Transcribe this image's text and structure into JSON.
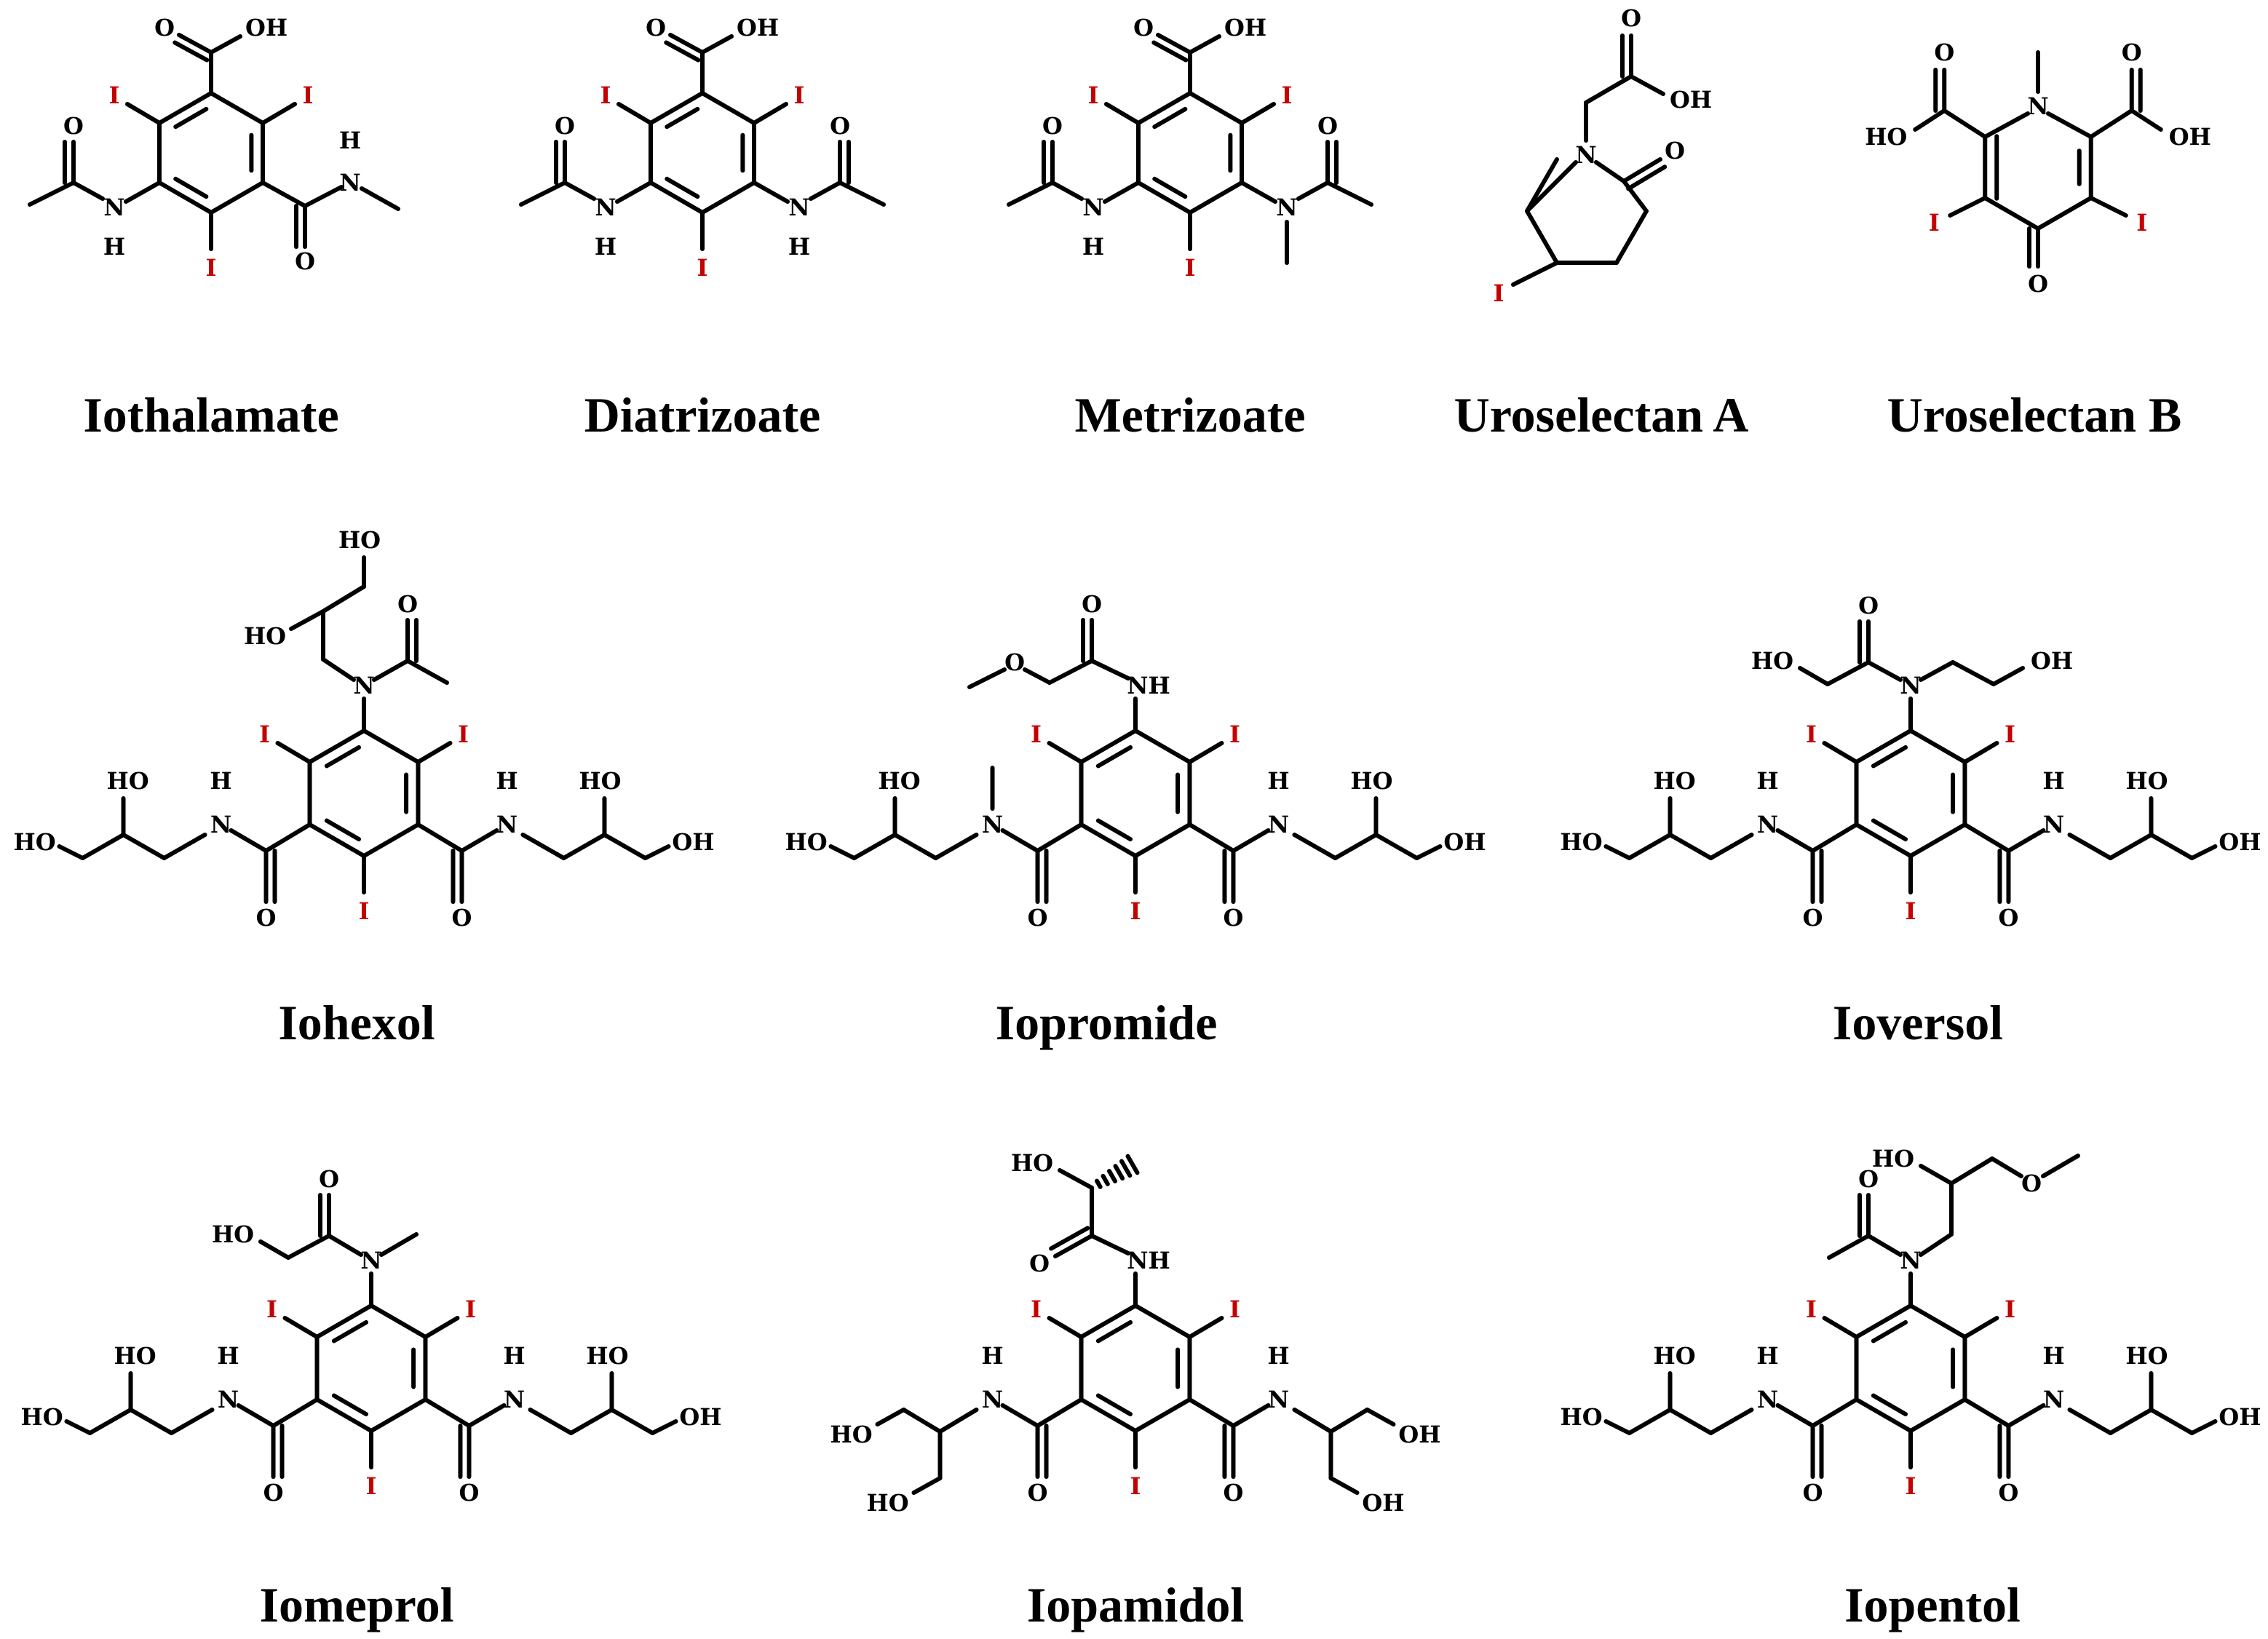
{
  "colors": {
    "bond": "#000000",
    "iodine": "#c40000",
    "background": "#ffffff"
  },
  "atom_labels": {
    "iodine": "I",
    "oxygen": "O",
    "nitrogen": "N",
    "hydrogen": "H",
    "hydroxyl_right": "OH",
    "hydroxyl_left": "HO",
    "amine_h": "NH"
  },
  "molecules": [
    {
      "name": "Iothalamate"
    },
    {
      "name": "Diatrizoate"
    },
    {
      "name": "Metrizoate"
    },
    {
      "name": "Uroselectan A"
    },
    {
      "name": "Uroselectan B"
    },
    {
      "name": "Iohexol"
    },
    {
      "name": "Iopromide"
    },
    {
      "name": "Ioversol"
    },
    {
      "name": "Iomeprol"
    },
    {
      "name": "Iopamidol"
    },
    {
      "name": "Iopentol"
    }
  ]
}
